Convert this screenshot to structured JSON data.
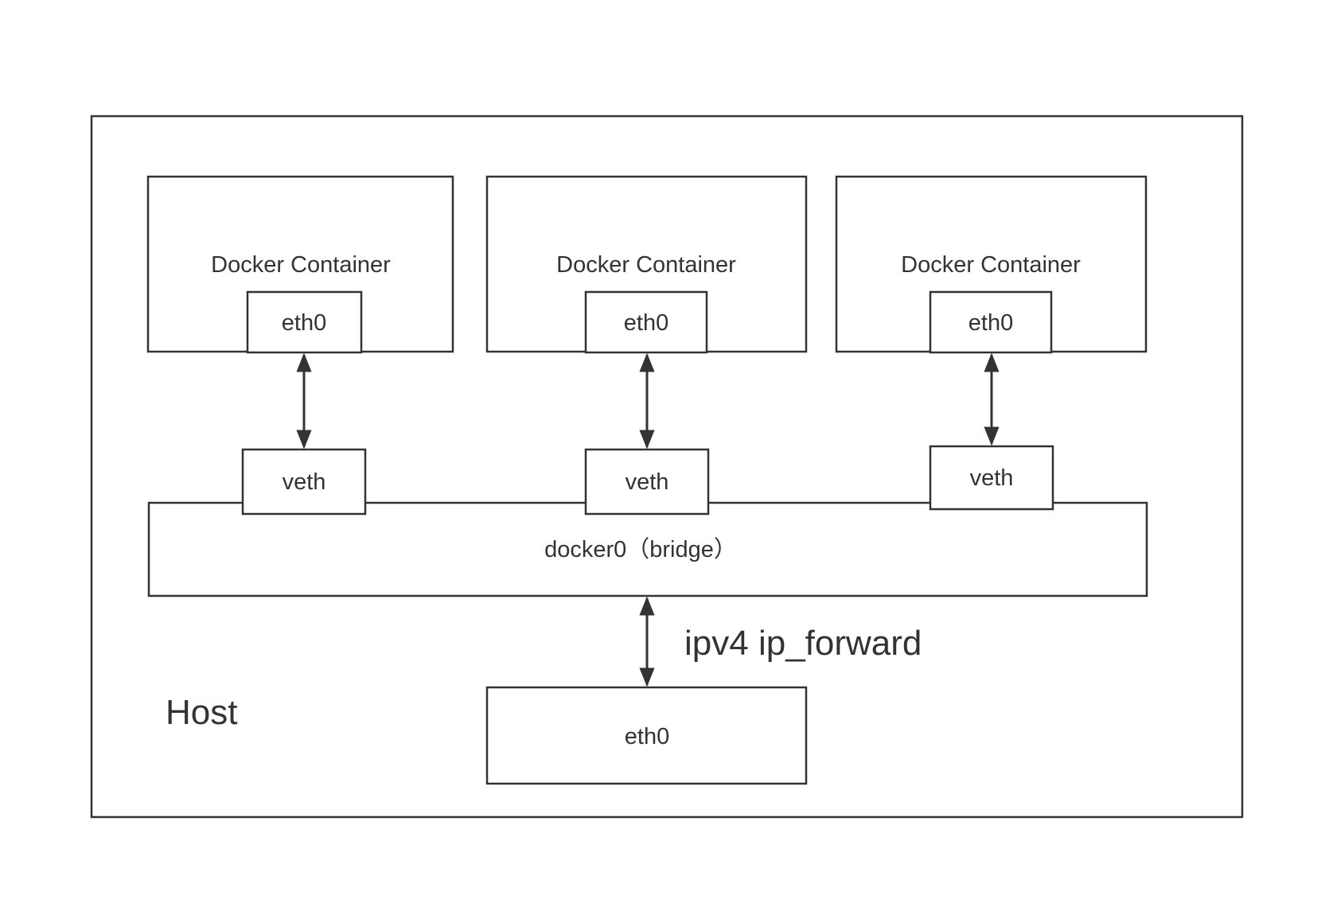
{
  "diagram": {
    "host": {
      "label": "Host"
    },
    "containers": [
      {
        "label": "Docker Container",
        "iface": "eth0",
        "veth": "veth"
      },
      {
        "label": "Docker Container",
        "iface": "eth0",
        "veth": "veth"
      },
      {
        "label": "Docker Container",
        "iface": "eth0",
        "veth": "veth"
      }
    ],
    "bridge": {
      "label": "docker0（bridge）"
    },
    "forward": {
      "label": "ipv4 ip_forward"
    },
    "host_iface": {
      "label": "eth0"
    },
    "colors": {
      "stroke": "#333333",
      "text": "#333333",
      "background": "#ffffff"
    }
  }
}
